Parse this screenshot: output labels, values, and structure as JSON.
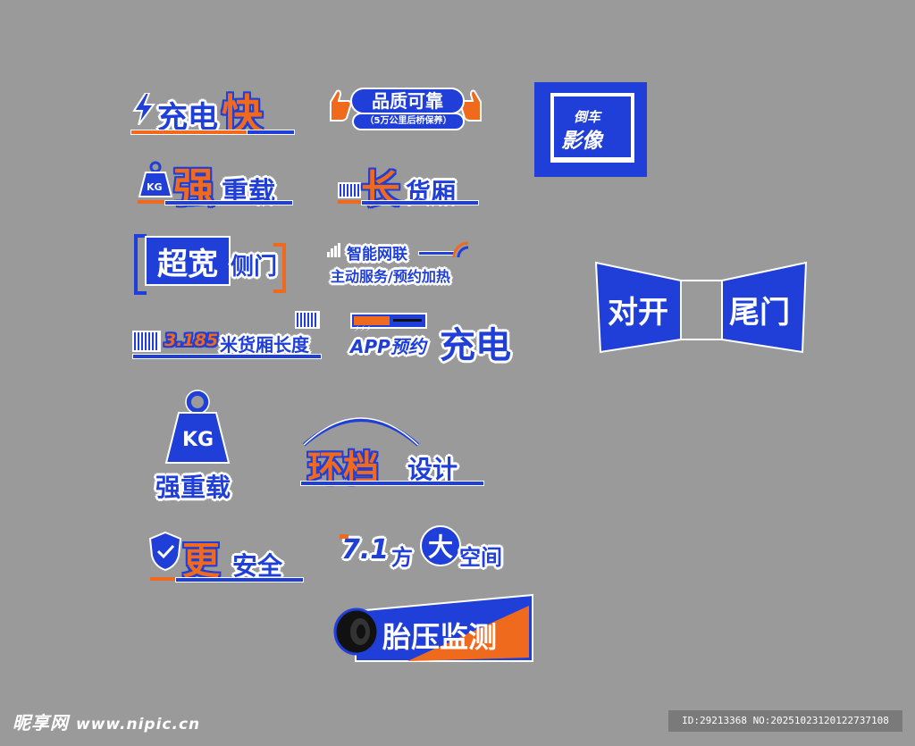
{
  "labels": {
    "fast_charge": {
      "prefix": "充电",
      "highlight": "快"
    },
    "quality": {
      "main": "品质可靠",
      "sub": "（5万公里后桥保养）"
    },
    "reverse_camera": {
      "line1": "倒车",
      "line2": "影像"
    },
    "heavy_load": {
      "kg": "KG",
      "highlight": "强",
      "rest": "重载"
    },
    "long_box": {
      "highlight": "长",
      "rest": "货厢"
    },
    "wide_door": {
      "main": "超宽",
      "rest": "侧门"
    },
    "smart_net": {
      "line1": "智能网联",
      "line2": "主动服务/预约加热"
    },
    "double_door": {
      "left": "对开",
      "right": "尾门"
    },
    "box_length": {
      "number": "3.185",
      "rest": "米货厢长度"
    },
    "app_charge": {
      "prefix": "APP预约",
      "big": "充电"
    },
    "heavy_load_big": {
      "kg": "KG",
      "text": "强重载"
    },
    "ring_gear": {
      "highlight": "环档",
      "rest": "设计"
    },
    "safety": {
      "highlight": "更",
      "rest": "安全"
    },
    "space": {
      "number": "7.1",
      "unit": "方",
      "circle": "大",
      "rest": "空间"
    },
    "tire": {
      "text": "胎压监测"
    }
  },
  "watermark": {
    "brand": "昵享网",
    "url": "www.nipic.cn",
    "id_text": "ID:29213368 NO:20251023120122737108"
  },
  "colors": {
    "blue": "#1f3fd8",
    "orange": "#f06a1e",
    "background": "#9a9a9a",
    "white": "#ffffff"
  }
}
